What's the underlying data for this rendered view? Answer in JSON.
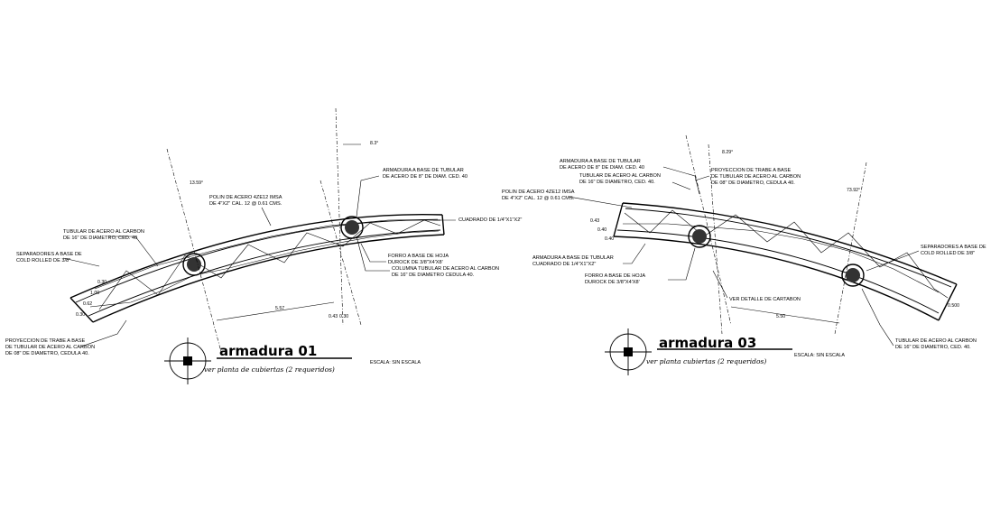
{
  "trusses": [
    {
      "title": "armadura 01",
      "subtitle": "ver planta de cubiertas (2 requeridos)",
      "scale": "ESCALA: SIN ESCALA",
      "annotations": {
        "armadura": [
          "ARMADURA A BASE DE TUBULAR",
          "DE ACERO DE 8\" DE DIAM. CED. 40"
        ],
        "polin": [
          "POLIN DE ACERO 4ZE12 IMSA",
          "DE 4\"X2\" CAL. 12 @ 0.61 CMS."
        ],
        "cuadrado": [
          "CUADRADO DE 1/4\"X1\"X2\""
        ],
        "tubular": [
          "TUBULAR DE ACERO AL CARBON",
          "DE 16\" DE DIAMETRO, CED. 40"
        ],
        "separadores": [
          "SEPARADORES A BASE DE",
          "COLD ROLLED DE 3/8\""
        ],
        "forro": [
          "FORRO A BASE DE HOJA",
          "DUROCK DE 3/8\"X4'X8'"
        ],
        "columna": [
          "COLUMNA TUBULAR DE ACERO AL CARBON",
          "DE 16\" DE DIAMETRO CEDULA 40."
        ],
        "proyeccion": [
          "PROYECCION DE TRABE A BASE",
          "DE TUBULAR DE ACERO AL CARBON",
          "DE 08\" DE DIAMETRO, CEDULA 40."
        ]
      },
      "dims": {
        "angle": "8.3°",
        "angle2": "13.59°",
        "span": "5.57",
        "left_stack": [
          "0.30",
          "0.62",
          "1.00",
          "0.30"
        ],
        "vert": [
          "0.43",
          "0.30"
        ]
      }
    },
    {
      "title": "armadura 03",
      "subtitle": "ver planta cubiertas (2 requeridos)",
      "scale": "ESCALA: SIN ESCALA",
      "annotations": {
        "armadura": [
          "ARMADURA A BASE DE TUBULAR",
          "DE ACERO DE 8\" DE DIAM. CED. 40"
        ],
        "tubular_top": [
          "TUBULAR DE ACERO AL CARBON",
          "DE 16\" DE DIAMETRO, CED. 40."
        ],
        "proyeccion": [
          "PROYECCION DE TRABE A BASE",
          "DE TUBULAR DE ACERO AL CARBON",
          "DE 08\" DE DIAMETRO, CEDULA 40."
        ],
        "polin": [
          "POLIN DE ACERO 4ZE12 IMSA",
          "DE 4\"X2\" CAL. 12 @ 0.61 CMS."
        ],
        "armadura_cuadrado": [
          "ARMADURA A BASE DE TUBULAR",
          "CUADRADO DE 1/4\"X1\"X2\""
        ],
        "forro": [
          "FORRO A BASE DE HOJA",
          "DUROCK DE 3/8\"X4'X8'"
        ],
        "cartabon": [
          "VER DETALLE DE CARTABON"
        ],
        "separadores": [
          "SEPARADORES A BASE DE",
          "COLD ROLLED DE 3/8\""
        ],
        "tubular_bottom": [
          "TUBULAR DE ACERO AL CARBON",
          "DE 16\" DE DIAMETRO, CED. 40."
        ]
      },
      "dims": {
        "angle": "8.29°",
        "angle2": "73.92°",
        "span": "5.50",
        "left_stack": [
          "0.43",
          "0.40",
          "0.40"
        ],
        "right": "0.500"
      }
    }
  ]
}
